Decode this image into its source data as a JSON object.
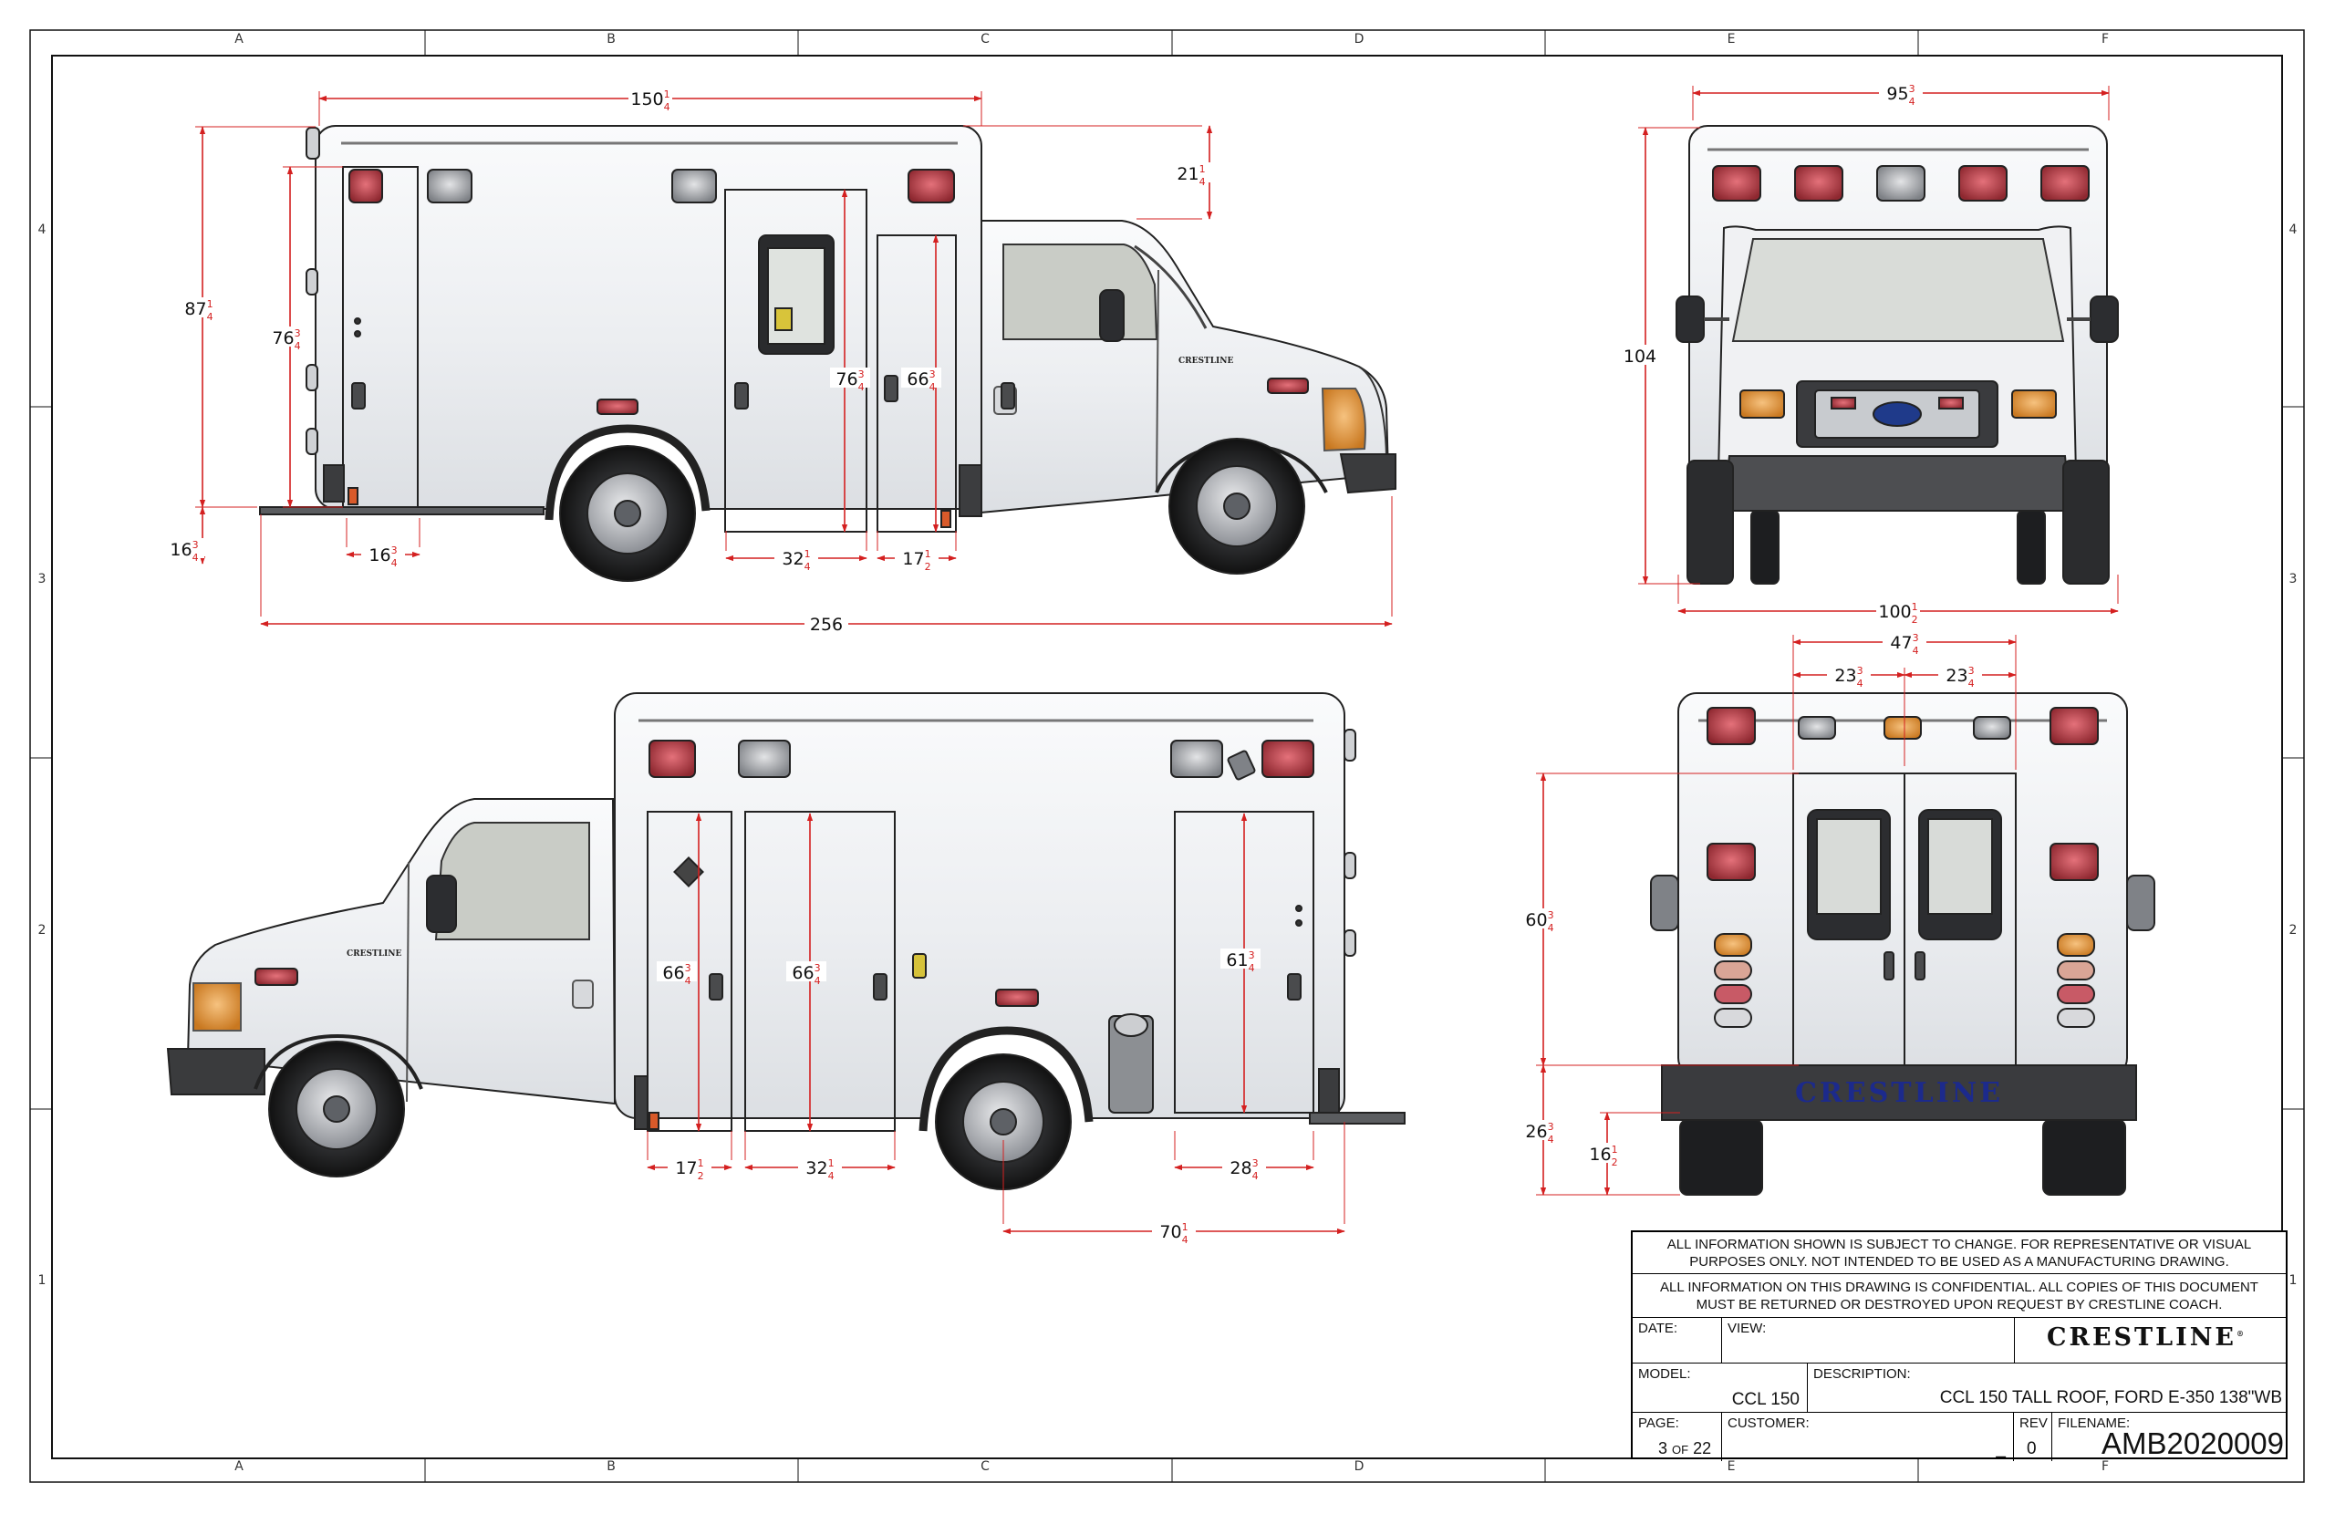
{
  "grid": {
    "columns": [
      "A",
      "B",
      "C",
      "D",
      "E",
      "F"
    ],
    "rows": [
      "4",
      "3",
      "2",
      "1"
    ]
  },
  "dimensions": {
    "left_side": {
      "overall_length": {
        "whole": "256",
        "frac_num": "",
        "frac_den": ""
      },
      "body_length": {
        "whole": "150",
        "frac_num": "1",
        "frac_den": "4"
      },
      "roof_step": {
        "whole": "21",
        "frac_num": "1",
        "frac_den": "4"
      },
      "body_height": {
        "whole": "87",
        "frac_num": "1",
        "frac_den": "4"
      },
      "rear_door_height": {
        "whole": "76",
        "frac_num": "3",
        "frac_den": "4"
      },
      "side_door_height": {
        "whole": "76",
        "frac_num": "3",
        "frac_den": "4"
      },
      "cabinet_door_height": {
        "whole": "66",
        "frac_num": "3",
        "frac_den": "4"
      },
      "floor_height": {
        "whole": "16",
        "frac_num": "3",
        "frac_den": "4"
      },
      "step_width": {
        "whole": "16",
        "frac_num": "3",
        "frac_den": "4"
      },
      "side_door_width": {
        "whole": "32",
        "frac_num": "1",
        "frac_den": "4"
      },
      "cabinet_door_width": {
        "whole": "17",
        "frac_num": "1",
        "frac_den": "2"
      }
    },
    "front": {
      "body_width": {
        "whole": "95",
        "frac_num": "3",
        "frac_den": "4"
      },
      "overall_height": {
        "whole": "104",
        "frac_num": "",
        "frac_den": ""
      },
      "mirror_width": {
        "whole": "100",
        "frac_num": "1",
        "frac_den": "2"
      }
    },
    "right_side": {
      "comp1_height": {
        "whole": "66",
        "frac_num": "3",
        "frac_den": "4"
      },
      "comp2_height": {
        "whole": "66",
        "frac_num": "3",
        "frac_den": "4"
      },
      "comp3_height": {
        "whole": "61",
        "frac_num": "3",
        "frac_den": "4"
      },
      "comp1_width": {
        "whole": "17",
        "frac_num": "1",
        "frac_den": "2"
      },
      "comp2_width": {
        "whole": "32",
        "frac_num": "1",
        "frac_den": "4"
      },
      "comp3_width": {
        "whole": "28",
        "frac_num": "3",
        "frac_den": "4"
      },
      "rear_overhang": {
        "whole": "70",
        "frac_num": "1",
        "frac_den": "4"
      }
    },
    "rear": {
      "door_opening_width": {
        "whole": "47",
        "frac_num": "3",
        "frac_den": "4"
      },
      "left_door_width": {
        "whole": "23",
        "frac_num": "3",
        "frac_den": "4"
      },
      "right_door_width": {
        "whole": "23",
        "frac_num": "3",
        "frac_den": "4"
      },
      "door_height": {
        "whole": "60",
        "frac_num": "3",
        "frac_den": "4"
      },
      "floor_to_ground": {
        "whole": "26",
        "frac_num": "3",
        "frac_den": "4"
      },
      "step_height": {
        "whole": "16",
        "frac_num": "1",
        "frac_den": "2"
      }
    }
  },
  "vehicle": {
    "brand_mark": "CRESTLINE",
    "rear_bumper_text": "CRESTLINE"
  },
  "title_block": {
    "notice_1": "ALL INFORMATION SHOWN IS SUBJECT TO CHANGE. FOR REPRESENTATIVE OR VISUAL PURPOSES ONLY. NOT INTENDED TO BE USED AS A MANUFACTURING DRAWING.",
    "notice_2": "ALL INFORMATION ON THIS DRAWING IS CONFIDENTIAL. ALL COPIES OF THIS DOCUMENT MUST BE RETURNED OR DESTROYED UPON REQUEST BY CRESTLINE COACH.",
    "date_label": "DATE:",
    "view_label": "VIEW:",
    "logo": "CRESTLINE",
    "logo_mark": "®",
    "model_label": "MODEL:",
    "model_value": "CCL 150",
    "description_label": "DESCRIPTION:",
    "description_value": "CCL 150 TALL ROOF, FORD E-350 138\"WB",
    "page_label": "PAGE:",
    "page_value": "3",
    "page_of": "OF",
    "page_total": "22",
    "customer_label": "CUSTOMER:",
    "customer_value": "_",
    "rev_label": "REV",
    "rev_value": "0",
    "filename_label": "FILENAME:",
    "filename_value": "AMB2020009"
  },
  "colors": {
    "dimension": "#d42020",
    "line": "#111111",
    "body": "#f2f3f5",
    "light_red": "#b9414b",
    "light_amber": "#e8a14a",
    "brand_blue": "#1c2a8c"
  }
}
